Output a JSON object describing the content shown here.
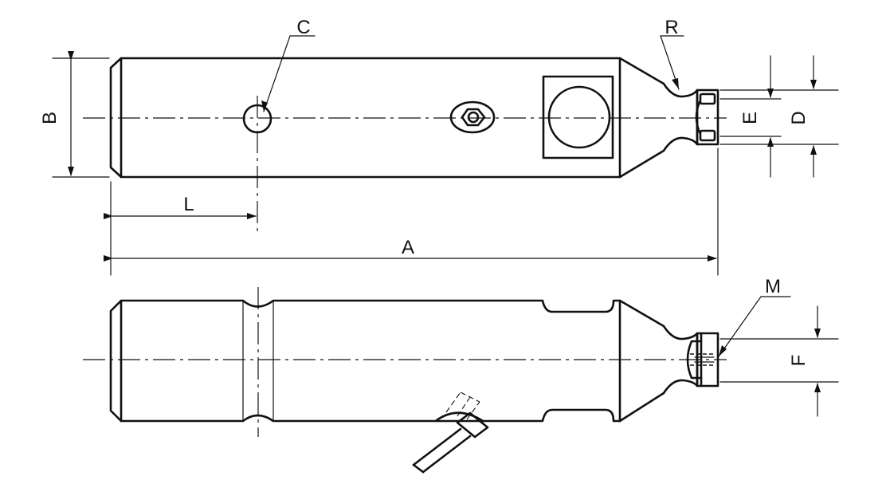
{
  "labels": {
    "A": "A",
    "B": "B",
    "C": "C",
    "D": "D",
    "E": "E",
    "F": "F",
    "L": "L",
    "M": "M",
    "R": "R"
  }
}
